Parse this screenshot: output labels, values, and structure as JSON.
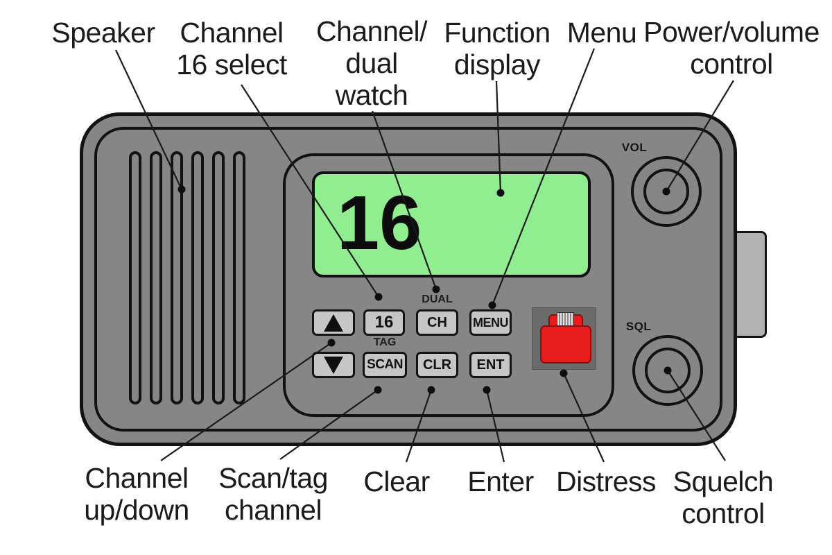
{
  "callouts": {
    "top": [
      {
        "id": "speaker",
        "lines": [
          "Speaker"
        ]
      },
      {
        "id": "channel-16-select",
        "lines": [
          "Channel",
          "16 select"
        ]
      },
      {
        "id": "channel-dual-watch",
        "lines": [
          "Channel/",
          "dual",
          "watch"
        ]
      },
      {
        "id": "function-display",
        "lines": [
          "Function",
          "display"
        ]
      },
      {
        "id": "menu",
        "lines": [
          "Menu"
        ]
      },
      {
        "id": "power-volume",
        "lines": [
          "Power/volume",
          "control"
        ]
      }
    ],
    "bottom": [
      {
        "id": "channel-up-down",
        "lines": [
          "Channel",
          "up/down"
        ]
      },
      {
        "id": "scan-tag-channel",
        "lines": [
          "Scan/tag",
          "channel"
        ]
      },
      {
        "id": "clear",
        "lines": [
          "Clear"
        ]
      },
      {
        "id": "enter",
        "lines": [
          "Enter"
        ]
      },
      {
        "id": "distress",
        "lines": [
          "Distress"
        ]
      },
      {
        "id": "squelch-control",
        "lines": [
          "Squelch",
          "control"
        ]
      }
    ]
  },
  "radio": {
    "display": {
      "value": "16"
    },
    "buttons": {
      "ch16": "16",
      "ch": "CH",
      "menu": "MENU",
      "scan": "SCAN",
      "clr": "CLR",
      "ent": "ENT"
    },
    "panel_labels": {
      "dual": "DUAL",
      "tag": "TAG"
    },
    "knobs": {
      "vol": "VOL",
      "sql": "SQL"
    }
  },
  "colors": {
    "body_gray": "#868686",
    "button_gray": "#c6c6c6",
    "display_green": "#90ee90",
    "distress_red": "#e81c1c",
    "recess_gray": "#6b6b6b",
    "bracket_gray": "#b2b2b2",
    "outline_black": "#121212",
    "label_text": "#1b1b1b"
  }
}
